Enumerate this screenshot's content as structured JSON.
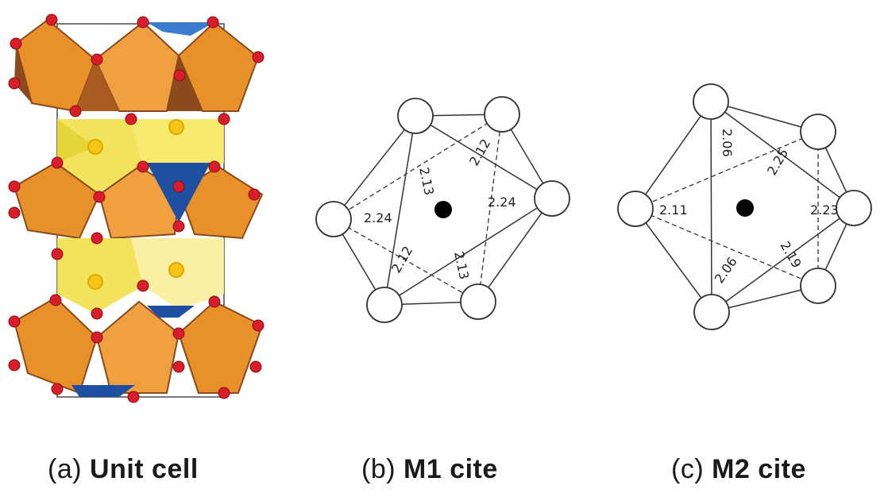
{
  "panels": [
    {
      "id": "a",
      "caption_tag": "(a)",
      "caption_name": "Unit cell"
    },
    {
      "id": "b",
      "caption_tag": "(b)",
      "caption_name": "M1 cite",
      "distances": [
        "2.13",
        "2.12",
        "2.24",
        "2.24",
        "2.12",
        "2.13"
      ]
    },
    {
      "id": "c",
      "caption_tag": "(c)",
      "caption_name": "M2 cite",
      "distances": [
        "2.06",
        "2.25",
        "2.11",
        "2.23",
        "2.06",
        "2.19"
      ]
    }
  ],
  "colors": {
    "octahedron_orange": "#e8902a",
    "octahedron_dark": "#8a4a1c",
    "octahedron_yellow": "#f2e04a",
    "tetrahedron_blue": "#1f4fa0",
    "oxygen_red": "#d81e2a"
  }
}
